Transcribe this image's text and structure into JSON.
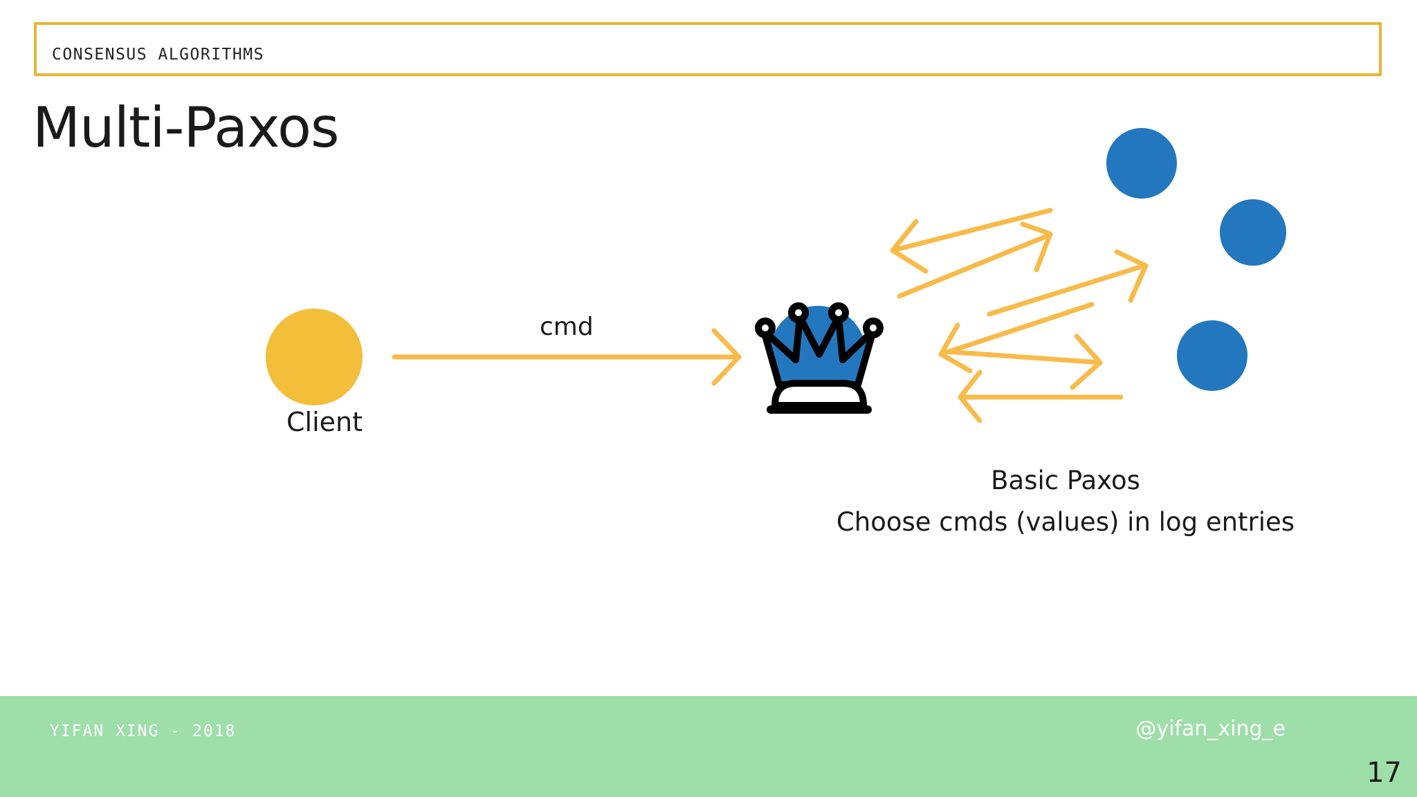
{
  "header": {
    "section_label": "CONSENSUS ALGORITHMS"
  },
  "slide": {
    "title": "Multi-Paxos"
  },
  "diagram": {
    "client_label": "Client",
    "cmd_label": "cmd",
    "caption_line1": "Basic Paxos",
    "caption_line2": "Choose cmds (values) in log entries",
    "icons": {
      "client": "client-node-icon",
      "leader": "crown-icon",
      "replicas": [
        "replica-node-icon",
        "replica-node-icon",
        "replica-node-icon"
      ]
    }
  },
  "footer": {
    "author": "YIFAN XING - 2018",
    "handle": "@yifan_xing_e",
    "page_number": "17"
  },
  "colors": {
    "accent_yellow": "#E9B634",
    "client_yellow": "#F3BE3A",
    "arrow_orange": "#F8BB4A",
    "node_blue": "#2277BE",
    "footer_green": "#9EDEA9"
  }
}
